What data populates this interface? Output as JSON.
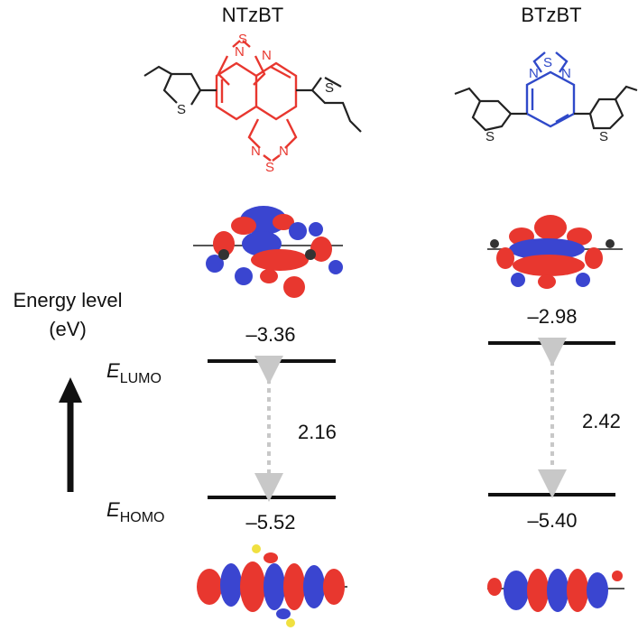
{
  "molecules": [
    {
      "name": "NTzBT",
      "core_color": "#e8372f",
      "lumo": "–3.36",
      "homo": "–5.52",
      "gap": "2.16",
      "atoms": {
        "S": "S",
        "N": "N"
      }
    },
    {
      "name": "BTzBT",
      "core_color": "#2f49c9",
      "lumo": "–2.98",
      "homo": "–5.40",
      "gap": "2.42",
      "atoms": {
        "S": "S",
        "N": "N"
      }
    }
  ],
  "axis": {
    "label_line1": "Energy level",
    "label_line2": "(eV)",
    "lumo_symbol": "E",
    "lumo_sub": "LUMO",
    "homo_symbol": "E",
    "homo_sub": "HOMO"
  },
  "colors": {
    "level_line": "#111111",
    "gap_arrow": "#c8c8c8",
    "orbital_positive": "#e8372f",
    "orbital_negative": "#3a45d0"
  }
}
